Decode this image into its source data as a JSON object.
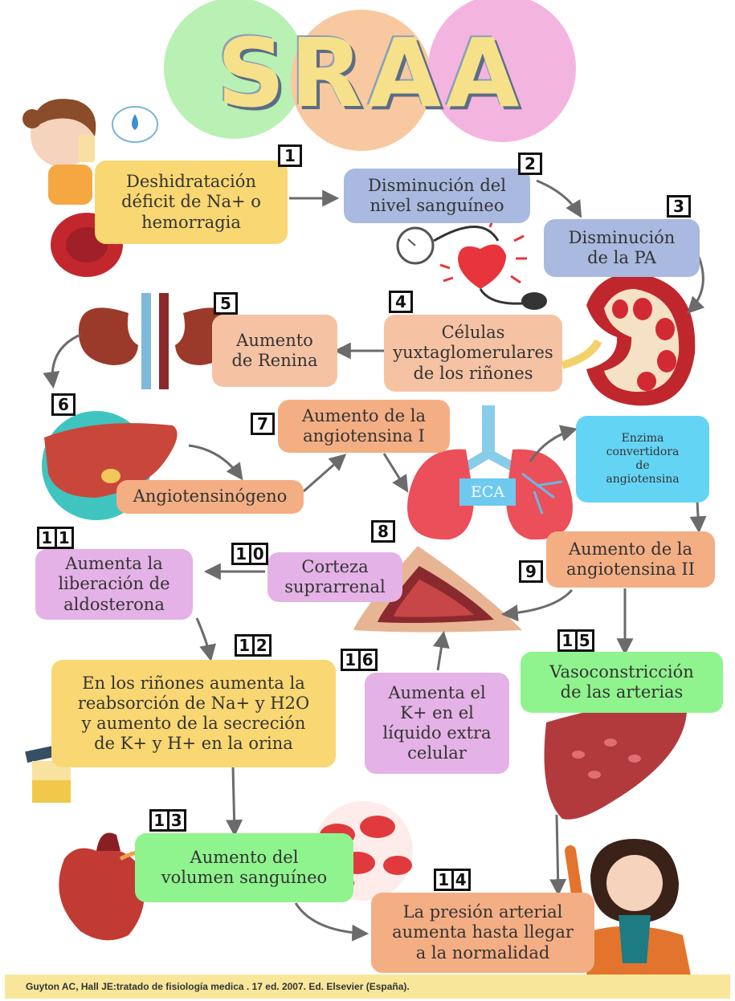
{
  "title": "SRAA",
  "steps": [
    {
      "num": "1",
      "text": "Deshidratación\ndéficit de Na+ o\nhemorragia"
    },
    {
      "num": "2",
      "text": "Disminución del\nnivel sanguíneo"
    },
    {
      "num": "3",
      "text": "Disminución\nde la PA"
    },
    {
      "num": "4",
      "text": "Células\nyuxtaglomerulares\nde los riñones"
    },
    {
      "num": "5",
      "text": "Aumento\nde Renina"
    },
    {
      "num": "6",
      "text": "Angiotensinógeno"
    },
    {
      "num": "7",
      "text": "Aumento de la\nangiotensina I"
    },
    {
      "num": "8",
      "text": "Enzima\nconvertidora\nde\nangiotensina"
    },
    {
      "num": "9",
      "text": "Aumento de la\nangiotensina II"
    },
    {
      "num": "10",
      "text": "Corteza\nsuprarrenal"
    },
    {
      "num": "11",
      "text": "Aumenta la\nliberación de\naldosterona"
    },
    {
      "num": "12",
      "text": "En los riñones aumenta la\nreabsorción de Na+ y H2O\ny aumento de la secreción\nde K+ y H+ en la orina"
    },
    {
      "num": "13",
      "text": "Aumento del\nvolumen sanguíneo"
    },
    {
      "num": "14",
      "text": "La presión arterial\naumenta hasta llegar\na la normalidad"
    },
    {
      "num": "15",
      "text": "Vasoconstricción\nde las arterias"
    },
    {
      "num": "16",
      "text": "Aumenta el\nK+ en el\nlíquido extra\ncelular"
    }
  ],
  "eca_label": "ECA",
  "citation": "Guyton AC, Hall JE:tratado de fisiología medica . 17 ed. 2007. Ed. Elsevier (España).",
  "colors": {
    "yellow": "#f9d772",
    "blue": "#a9b9df",
    "peach": "#f5c3a4",
    "orange": "#f4ae84",
    "pink": "#e4b2e6",
    "green": "#8ff48e",
    "cyan": "#64d4f5"
  }
}
